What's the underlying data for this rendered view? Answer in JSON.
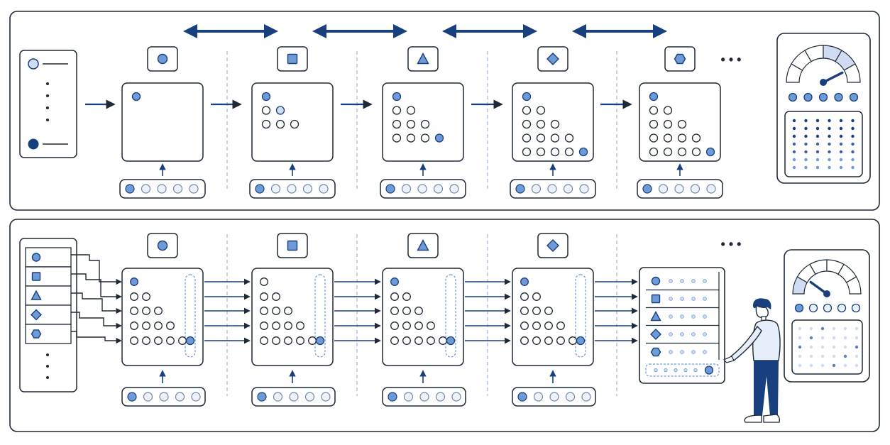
{
  "colors": {
    "ink": "#1f2937",
    "navy": "#183f7e",
    "accent": "#6f9ad8",
    "accent_light": "#cfdcf3",
    "accent_pale": "#e6eefa",
    "dashed": "#8fa6c9"
  },
  "continuation_mark": "• • •",
  "top_panel": {
    "stages": [
      {
        "token_icon": "circle-icon",
        "triangle_rows": 1,
        "highlight": "first"
      },
      {
        "token_icon": "square-icon",
        "triangle_rows": 3,
        "highlight": "second-row"
      },
      {
        "token_icon": "triangle-icon",
        "triangle_rows": 4,
        "highlight": "last"
      },
      {
        "token_icon": "diamond-icon",
        "triangle_rows": 5,
        "highlight": "last"
      },
      {
        "token_icon": "hexagon-icon",
        "triangle_rows": 5,
        "highlight": "last"
      }
    ],
    "gauge_level": 0.85
  },
  "bottom_panel": {
    "stages": [
      {
        "token_icon": "circle-icon",
        "triangle_rows": 5
      },
      {
        "token_icon": "square-icon",
        "triangle_rows": 5
      },
      {
        "token_icon": "triangle-icon",
        "triangle_rows": 5
      },
      {
        "token_icon": "diamond-icon",
        "triangle_rows": 5
      }
    ],
    "input_list_icons": [
      "circle-icon",
      "square-icon",
      "triangle-icon",
      "diamond-icon",
      "hexagon-icon"
    ],
    "gauge_level": 0.2
  }
}
